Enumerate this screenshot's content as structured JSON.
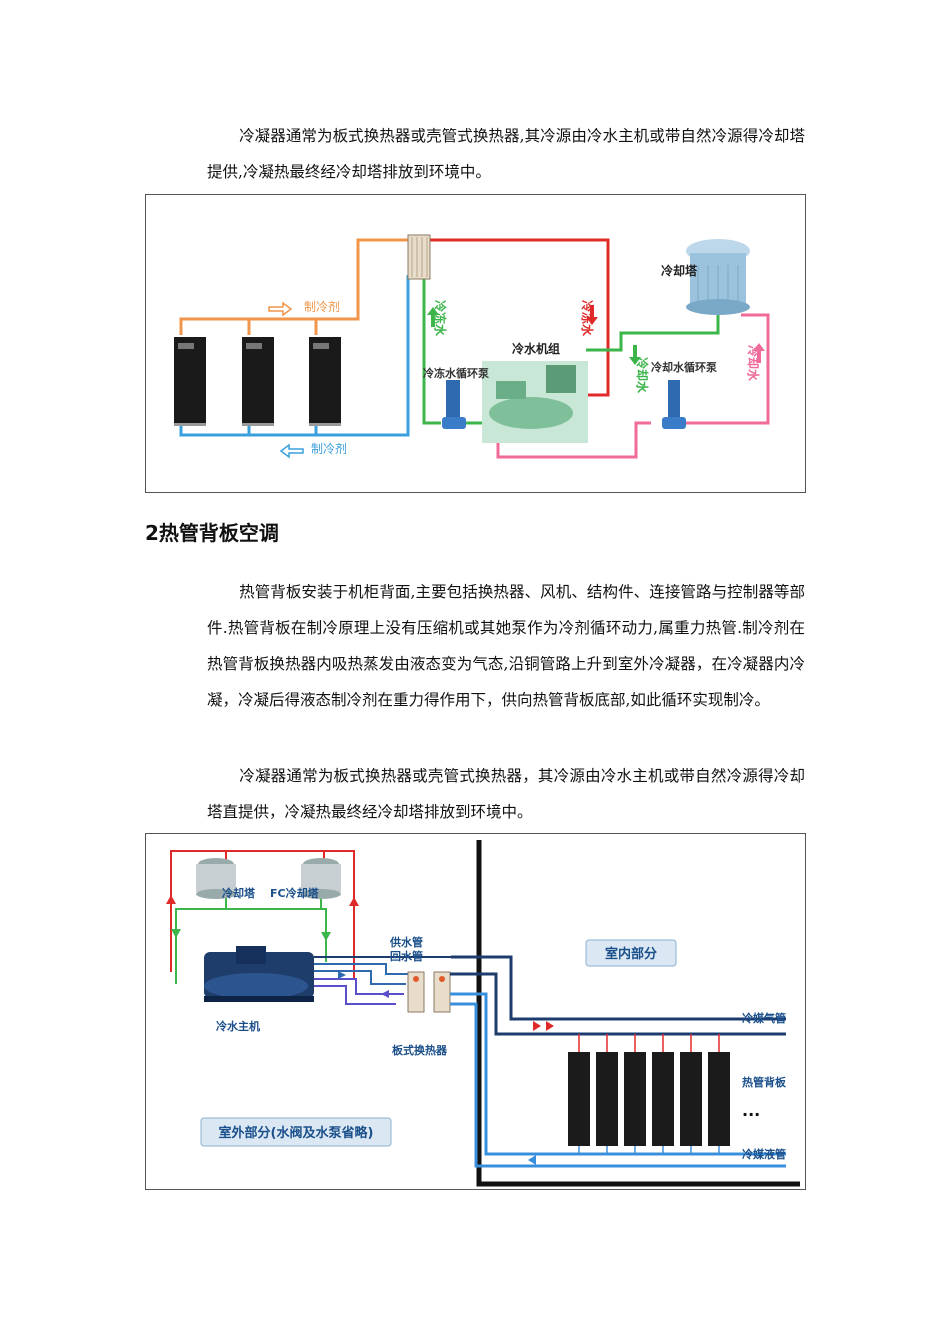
{
  "intro_paragraph": "冷凝器通常为板式换热器或壳管式换热器,其冷源由冷水主机或带自然冷源得冷却塔提供,冷凝热最终经冷却塔排放到环境中。",
  "figure1": {
    "refrigerant_top": "制冷剂",
    "refrigerant_bottom": "制冷剂",
    "chilled_water_left": "冷冻水",
    "chilled_water_right": "冷冻水",
    "chilled_pump": "冷冻水循环泵",
    "chiller": "冷水机组",
    "cooling_tower": "冷却塔",
    "cooling_water_left": "冷却水",
    "cooling_pump": "冷却水循环泵",
    "cooling_water_right": "冷却水"
  },
  "section_heading": "2热管背板空调",
  "body_paragraph_1": "热管背板安装于机柜背面,主要包括换热器、风机、结构件、连接管路与控制器等部件.热管背板在制冷原理上没有压缩机或其她泵作为冷剂循环动力,属重力热管.制冷剂在热管背板换热器内吸热蒸发由液态变为气态,沿铜管路上升到室外冷凝器，在冷凝器内冷凝，冷凝后得液态制冷剂在重力得作用下，供向热管背板底部,如此循环实现制冷。",
  "body_paragraph_2": "冷凝器通常为板式换热器或壳管式换热器，其冷源由冷水主机或带自然冷源得冷却塔直提供，冷凝热最终经冷却塔排放到环境中。",
  "figure2": {
    "cooling_tower": "冷却塔",
    "fc_cooling_tower": "FC冷却塔",
    "supply_pipe": "供水管",
    "return_pipe": "回水管",
    "indoor_section": "室内部分",
    "chiller_host": "冷水主机",
    "refrigerant_gas_pipe": "冷媒气管",
    "plate_exchanger": "板式换热器",
    "heat_pipe_backplane": "热管背板",
    "ellipsis": "...",
    "outdoor_section": "室外部分(水阀及水泵省略)",
    "refrigerant_liquid_pipe": "冷媒液管"
  },
  "colors": {
    "orange": "#f0954a",
    "blue": "#3aa0dc",
    "red": "#e02a2a",
    "green": "#3cb54a",
    "pink": "#f06a9a",
    "navy": "#1d3c6e",
    "purple": "#5a4fc8"
  }
}
